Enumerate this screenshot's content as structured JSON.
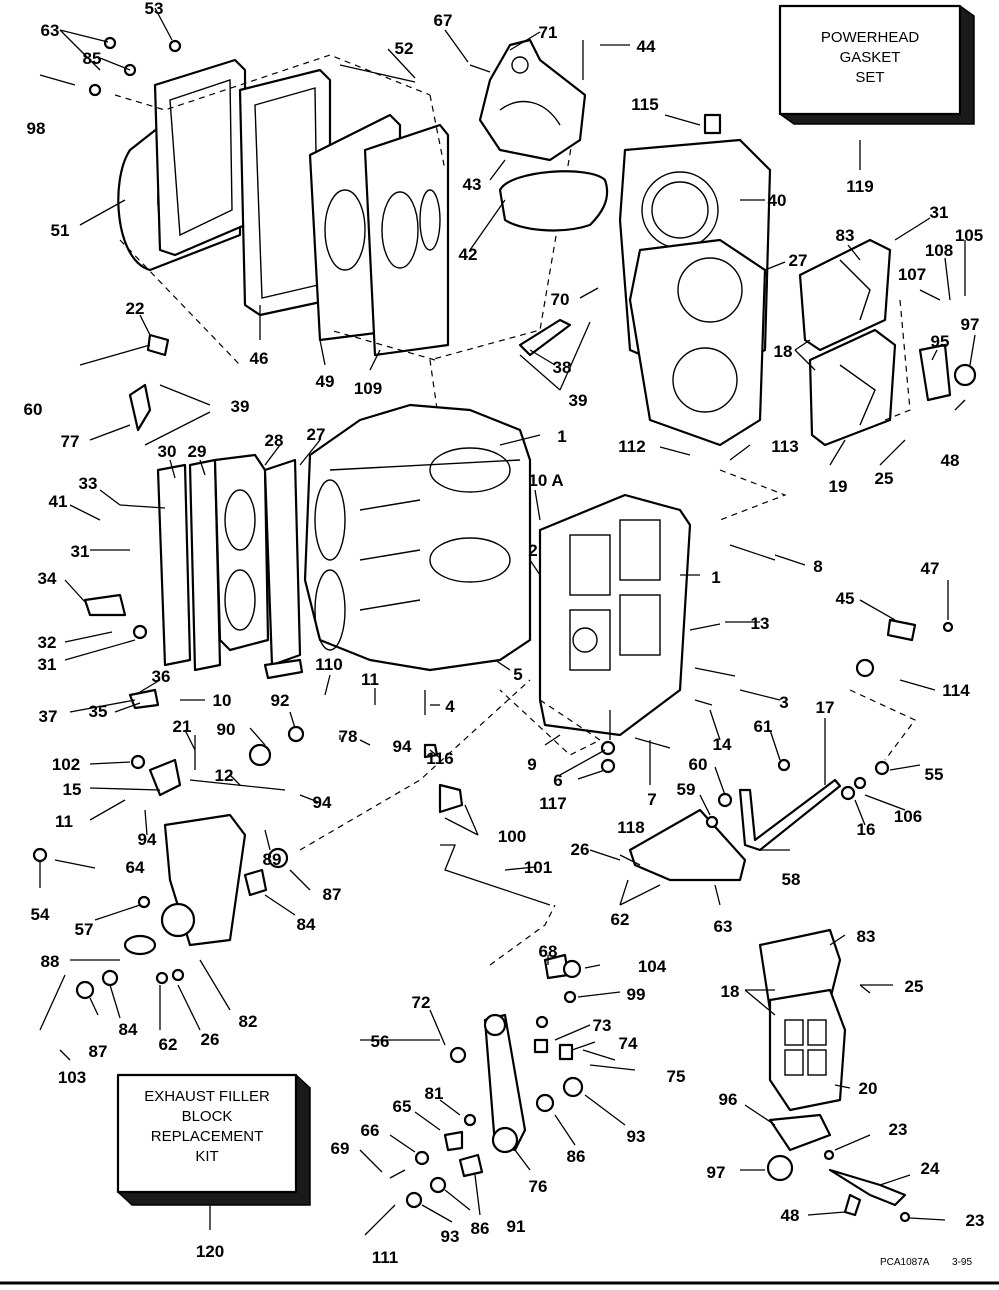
{
  "boxes": {
    "gasket_set": [
      "POWERHEAD",
      "GASKET",
      "SET"
    ],
    "filler_block": [
      "EXHAUST FILLER",
      "BLOCK",
      "REPLACEMENT",
      "KIT"
    ]
  },
  "drawing_code": "PCA1087A",
  "drawing_date": "3-95",
  "callouts": [
    {
      "id": "c63a",
      "text": "63"
    },
    {
      "id": "c53",
      "text": "53"
    },
    {
      "id": "c85",
      "text": "85"
    },
    {
      "id": "c98",
      "text": "98"
    },
    {
      "id": "c52",
      "text": "52"
    },
    {
      "id": "c67",
      "text": "67"
    },
    {
      "id": "c71",
      "text": "71"
    },
    {
      "id": "c44",
      "text": "44"
    },
    {
      "id": "c115",
      "text": "115"
    },
    {
      "id": "c119",
      "text": "119"
    },
    {
      "id": "c40",
      "text": "40"
    },
    {
      "id": "c43",
      "text": "43"
    },
    {
      "id": "c51",
      "text": "51"
    },
    {
      "id": "c42",
      "text": "42"
    },
    {
      "id": "c31a",
      "text": "31"
    },
    {
      "id": "c83a",
      "text": "83"
    },
    {
      "id": "c108",
      "text": "108"
    },
    {
      "id": "c105",
      "text": "105"
    },
    {
      "id": "c27a",
      "text": "27"
    },
    {
      "id": "c107",
      "text": "107"
    },
    {
      "id": "c22",
      "text": "22"
    },
    {
      "id": "c70",
      "text": "70"
    },
    {
      "id": "c97a",
      "text": "97"
    },
    {
      "id": "c46",
      "text": "46"
    },
    {
      "id": "c49",
      "text": "49"
    },
    {
      "id": "c109",
      "text": "109"
    },
    {
      "id": "c18a",
      "text": "18"
    },
    {
      "id": "c95",
      "text": "95"
    },
    {
      "id": "c38",
      "text": "38"
    },
    {
      "id": "c60a",
      "text": "60"
    },
    {
      "id": "c39a",
      "text": "39"
    },
    {
      "id": "c39b",
      "text": "39"
    },
    {
      "id": "c48a",
      "text": "48"
    },
    {
      "id": "c77",
      "text": "77"
    },
    {
      "id": "c1a",
      "text": "1"
    },
    {
      "id": "c28",
      "text": "28"
    },
    {
      "id": "c27b",
      "text": "27"
    },
    {
      "id": "c30",
      "text": "30"
    },
    {
      "id": "c29",
      "text": "29"
    },
    {
      "id": "c112",
      "text": "112"
    },
    {
      "id": "c113",
      "text": "113"
    },
    {
      "id": "c19",
      "text": "19"
    },
    {
      "id": "c25a",
      "text": "25"
    },
    {
      "id": "c33",
      "text": "33"
    },
    {
      "id": "c10a",
      "text": "10 A"
    },
    {
      "id": "c41",
      "text": "41"
    },
    {
      "id": "c31b",
      "text": "31"
    },
    {
      "id": "c2",
      "text": "2"
    },
    {
      "id": "c8",
      "text": "8"
    },
    {
      "id": "c1b",
      "text": "1"
    },
    {
      "id": "c47",
      "text": "47"
    },
    {
      "id": "c34",
      "text": "34"
    },
    {
      "id": "c45",
      "text": "45"
    },
    {
      "id": "c13",
      "text": "13"
    },
    {
      "id": "c32",
      "text": "32"
    },
    {
      "id": "c31c",
      "text": "31"
    },
    {
      "id": "c110",
      "text": "110"
    },
    {
      "id": "c5",
      "text": "5"
    },
    {
      "id": "c114",
      "text": "114"
    },
    {
      "id": "c36",
      "text": "36"
    },
    {
      "id": "c11a",
      "text": "11"
    },
    {
      "id": "c3",
      "text": "3"
    },
    {
      "id": "c37",
      "text": "37"
    },
    {
      "id": "c10",
      "text": "10"
    },
    {
      "id": "c92",
      "text": "92"
    },
    {
      "id": "c4",
      "text": "4"
    },
    {
      "id": "c17",
      "text": "17"
    },
    {
      "id": "c35",
      "text": "35"
    },
    {
      "id": "c21",
      "text": "21"
    },
    {
      "id": "c90",
      "text": "90"
    },
    {
      "id": "c94a",
      "text": "94"
    },
    {
      "id": "c14",
      "text": "14"
    },
    {
      "id": "c61",
      "text": "61"
    },
    {
      "id": "c102",
      "text": "102"
    },
    {
      "id": "c78",
      "text": "78"
    },
    {
      "id": "c116",
      "text": "116"
    },
    {
      "id": "c9",
      "text": "9"
    },
    {
      "id": "c60b",
      "text": "60"
    },
    {
      "id": "c55",
      "text": "55"
    },
    {
      "id": "c15",
      "text": "15"
    },
    {
      "id": "c12",
      "text": "12"
    },
    {
      "id": "c6",
      "text": "6"
    },
    {
      "id": "c7",
      "text": "7"
    },
    {
      "id": "c94b",
      "text": "94"
    },
    {
      "id": "c117",
      "text": "117"
    },
    {
      "id": "c59",
      "text": "59"
    },
    {
      "id": "c16",
      "text": "16"
    },
    {
      "id": "c106",
      "text": "106"
    },
    {
      "id": "c11b",
      "text": "11"
    },
    {
      "id": "c94c",
      "text": "94"
    },
    {
      "id": "c100",
      "text": "100"
    },
    {
      "id": "c118",
      "text": "118"
    },
    {
      "id": "c89",
      "text": "89"
    },
    {
      "id": "c26a",
      "text": "26"
    },
    {
      "id": "c58",
      "text": "58"
    },
    {
      "id": "c64",
      "text": "64"
    },
    {
      "id": "c101",
      "text": "101"
    },
    {
      "id": "c87a",
      "text": "87"
    },
    {
      "id": "c54",
      "text": "54"
    },
    {
      "id": "c62a",
      "text": "62"
    },
    {
      "id": "c63b",
      "text": "63"
    },
    {
      "id": "c57",
      "text": "57"
    },
    {
      "id": "c84a",
      "text": "84"
    },
    {
      "id": "c83b",
      "text": "83"
    },
    {
      "id": "c88",
      "text": "88"
    },
    {
      "id": "c68",
      "text": "68"
    },
    {
      "id": "c104",
      "text": "104"
    },
    {
      "id": "c25b",
      "text": "25"
    },
    {
      "id": "c18b",
      "text": "18"
    },
    {
      "id": "c99",
      "text": "99"
    },
    {
      "id": "c82",
      "text": "82"
    },
    {
      "id": "c72",
      "text": "72"
    },
    {
      "id": "c73",
      "text": "73"
    },
    {
      "id": "c74",
      "text": "74"
    },
    {
      "id": "c56",
      "text": "56"
    },
    {
      "id": "c62b",
      "text": "62"
    },
    {
      "id": "c26b",
      "text": "26"
    },
    {
      "id": "c87b",
      "text": "87"
    },
    {
      "id": "c84b",
      "text": "84"
    },
    {
      "id": "c75",
      "text": "75"
    },
    {
      "id": "c103",
      "text": "103"
    },
    {
      "id": "c20",
      "text": "20"
    },
    {
      "id": "c81",
      "text": "81"
    },
    {
      "id": "c96",
      "text": "96"
    },
    {
      "id": "c65",
      "text": "65"
    },
    {
      "id": "c93a",
      "text": "93"
    },
    {
      "id": "c66",
      "text": "66"
    },
    {
      "id": "c86a",
      "text": "86"
    },
    {
      "id": "c23a",
      "text": "23"
    },
    {
      "id": "c69",
      "text": "69"
    },
    {
      "id": "c24",
      "text": "24"
    },
    {
      "id": "c76",
      "text": "76"
    },
    {
      "id": "c97b",
      "text": "97"
    },
    {
      "id": "c86b",
      "text": "86"
    },
    {
      "id": "c91",
      "text": "91"
    },
    {
      "id": "c48b",
      "text": "48"
    },
    {
      "id": "c23b",
      "text": "23"
    },
    {
      "id": "c120",
      "text": "120"
    },
    {
      "id": "c111",
      "text": "111"
    },
    {
      "id": "c93b",
      "text": "93"
    }
  ]
}
